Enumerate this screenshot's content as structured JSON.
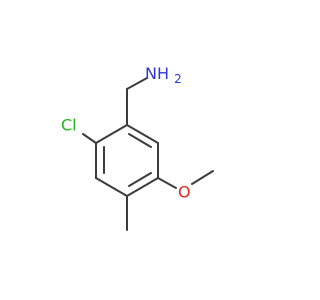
{
  "molecule": {
    "atom_labels": {
      "amine": "NH",
      "amine_subscript": "2",
      "chlorine": "Cl",
      "oxygen": "O"
    },
    "colors": {
      "bond": "#3b3b3b",
      "nitrogen": "#2e36d8",
      "chlorine": "#26b51d",
      "oxygen": "#e0281f"
    }
  }
}
